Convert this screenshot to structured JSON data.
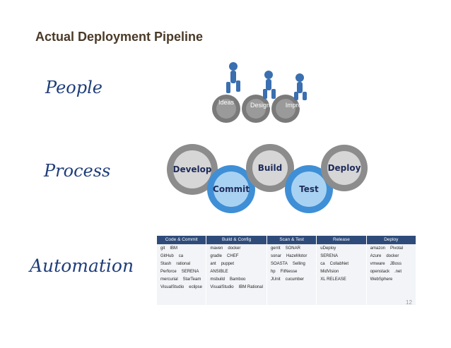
{
  "slide": {
    "title": "Actual Deployment Pipeline",
    "rows": {
      "people": "People",
      "process": "Process",
      "automation": "Automation"
    },
    "people_gears": [
      "Ideas",
      "Design",
      "Improve"
    ],
    "process_gears": [
      "Develop",
      "Commit",
      "Build",
      "Test",
      "Deploy"
    ],
    "automation": {
      "columns": [
        {
          "header": "Code & Commit",
          "tools": [
            [
              "git",
              "IBM"
            ],
            [
              "GitHub",
              "ca"
            ],
            [
              "Stash",
              "rational"
            ],
            [
              "Perforce",
              "SERENA"
            ],
            [
              "mercurial",
              "StarTeam"
            ],
            [
              "VisualStudio",
              "eclipse"
            ]
          ]
        },
        {
          "header": "Build & Config",
          "tools": [
            [
              "maven",
              "docker"
            ],
            [
              "gradle",
              "CHEF"
            ],
            [
              "ant",
              "puppet"
            ],
            [
              "ANSIBLE"
            ],
            [
              "msbuild",
              "Bamboo"
            ],
            [
              "VisualStudio",
              "IBM Rational"
            ]
          ]
        },
        {
          "header": "Scan & Test",
          "tools": [
            [
              "gerrit",
              "SONAR"
            ],
            [
              "sonar",
              "HazeMotor"
            ],
            [
              "SOASTA",
              "Selling"
            ],
            [
              "hp",
              "FitNesse"
            ],
            [
              "JUnit",
              "cucumber"
            ]
          ]
        },
        {
          "header": "Release",
          "tools": [
            [
              "uDeploy"
            ],
            [
              "SERENA"
            ],
            [
              "ca",
              "CollabNet"
            ],
            [
              "MidVision"
            ],
            [
              "XL RELEASE"
            ]
          ]
        },
        {
          "header": "Deploy",
          "tools": [
            [
              "amazon",
              "Pivotal"
            ],
            [
              "Azure",
              "docker"
            ],
            [
              "vmware",
              "JBoss"
            ],
            [
              "openstack",
              ".net"
            ],
            [
              "WebSphere"
            ]
          ]
        }
      ]
    },
    "page_number": "12"
  }
}
